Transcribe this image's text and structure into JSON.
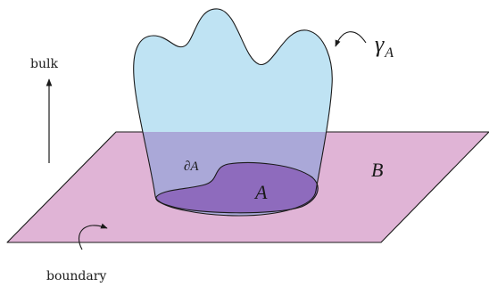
{
  "labels": {
    "bulk": "bulk",
    "boundary": "boundary",
    "region_a": "A",
    "region_b": "B",
    "boundary_of_a": "∂A",
    "minimal_surface": "γ",
    "minimal_surface_subscript": "A"
  },
  "colors": {
    "plane_fill": "#e0b4d6",
    "region_a_fill": "#8e6bbd",
    "surface_above_fill": "#bfe3f3",
    "surface_below_fill": "#aaa8d8",
    "stroke": "#1a1a1a"
  }
}
